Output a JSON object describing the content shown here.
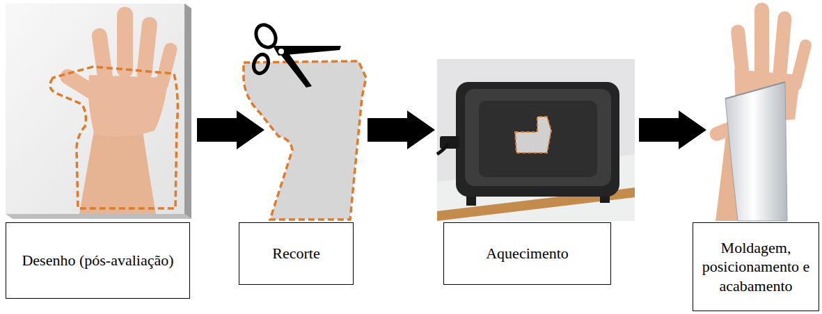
{
  "diagram": {
    "nodes": [
      {
        "text": [
          "Desenho (pós-avaliação)"
        ]
      },
      {
        "text": [
          "Recorte"
        ]
      },
      {
        "text": [
          "Aquecimento"
        ]
      },
      {
        "text": [
          "Moldagem, posicionamento e acabamento"
        ]
      }
    ],
    "edges": [
      {
        "from": 0,
        "to": 1,
        "arrow": "to"
      },
      {
        "from": 1,
        "to": 2,
        "arrow": "to"
      },
      {
        "from": 2,
        "to": 3,
        "arrow": "to"
      }
    ]
  }
}
